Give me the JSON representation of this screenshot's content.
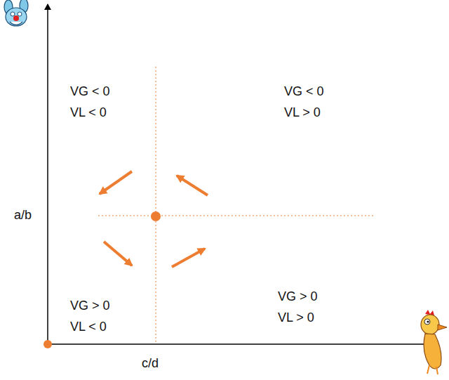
{
  "diagram": {
    "labels": [
      "VG < 0",
      "VL < 0",
      "VG < 0",
      "VL > 0",
      "a/b",
      "VG > 0",
      "VL < 0",
      "VG > 0",
      "VL > 0",
      "c/d"
    ]
  }
}
